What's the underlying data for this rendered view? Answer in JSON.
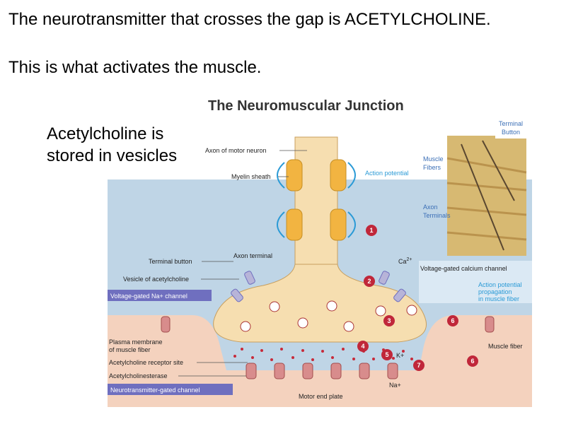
{
  "slide": {
    "line1": "The neurotransmitter that crosses the gap is ACETYLCHOLINE.",
    "line2": "This is what activates the muscle.",
    "note_line1": "Acetylcholine is",
    "note_line2": "stored in vesicles"
  },
  "diagram": {
    "title": "The Neuromuscular Junction",
    "labels": {
      "axon_motor_neuron": "Axon of motor neuron",
      "myelin_sheath": "Myelin sheath",
      "action_potential": "Action potential",
      "terminal_button_top": "Terminal",
      "terminal_button_bottom": "Button",
      "muscle_fibers_1": "Muscle",
      "muscle_fibers_2": "Fibers",
      "axon_terminals_1": "Axon",
      "axon_terminals_2": "Terminals",
      "axon_terminal": "Axon terminal",
      "terminal_button": "Terminal button",
      "vesicle_ach": "Vesicle of acetylcholine",
      "vg_na_channel": "Voltage-gated Na+ channel",
      "ca": "Ca",
      "ca_sup": "2+",
      "vg_ca_channel": "Voltage-gated calcium channel",
      "ap_prop_1": "Action potential",
      "ap_prop_2": "propagation",
      "ap_prop_3": "in muscle fiber",
      "plasma_membrane_1": "Plasma membrane",
      "plasma_membrane_2": "of muscle fiber",
      "ach_receptor_site": "Acetylcholine receptor site",
      "acetylcholinesterase": "Acetylcholinesterase",
      "nt_gated_channel": "Neurotransmitter-gated channel",
      "muscle_fiber": "Muscle fiber",
      "k_plus": "K+",
      "na_plus": "Na+",
      "motor_end_plate": "Motor end plate"
    },
    "steps": [
      "1",
      "2",
      "3",
      "4",
      "5",
      "6",
      "6",
      "7"
    ],
    "colors": {
      "axon": "#f6deb0",
      "myelin": "#f2b441",
      "extracellular": "#bfd5e6",
      "muscle": "#f4d2be",
      "step_circle": "#c0273a",
      "vesicle_dot": "#c72a3a",
      "channel": "#d88c8c",
      "label_box": "#6f6fbf"
    }
  }
}
